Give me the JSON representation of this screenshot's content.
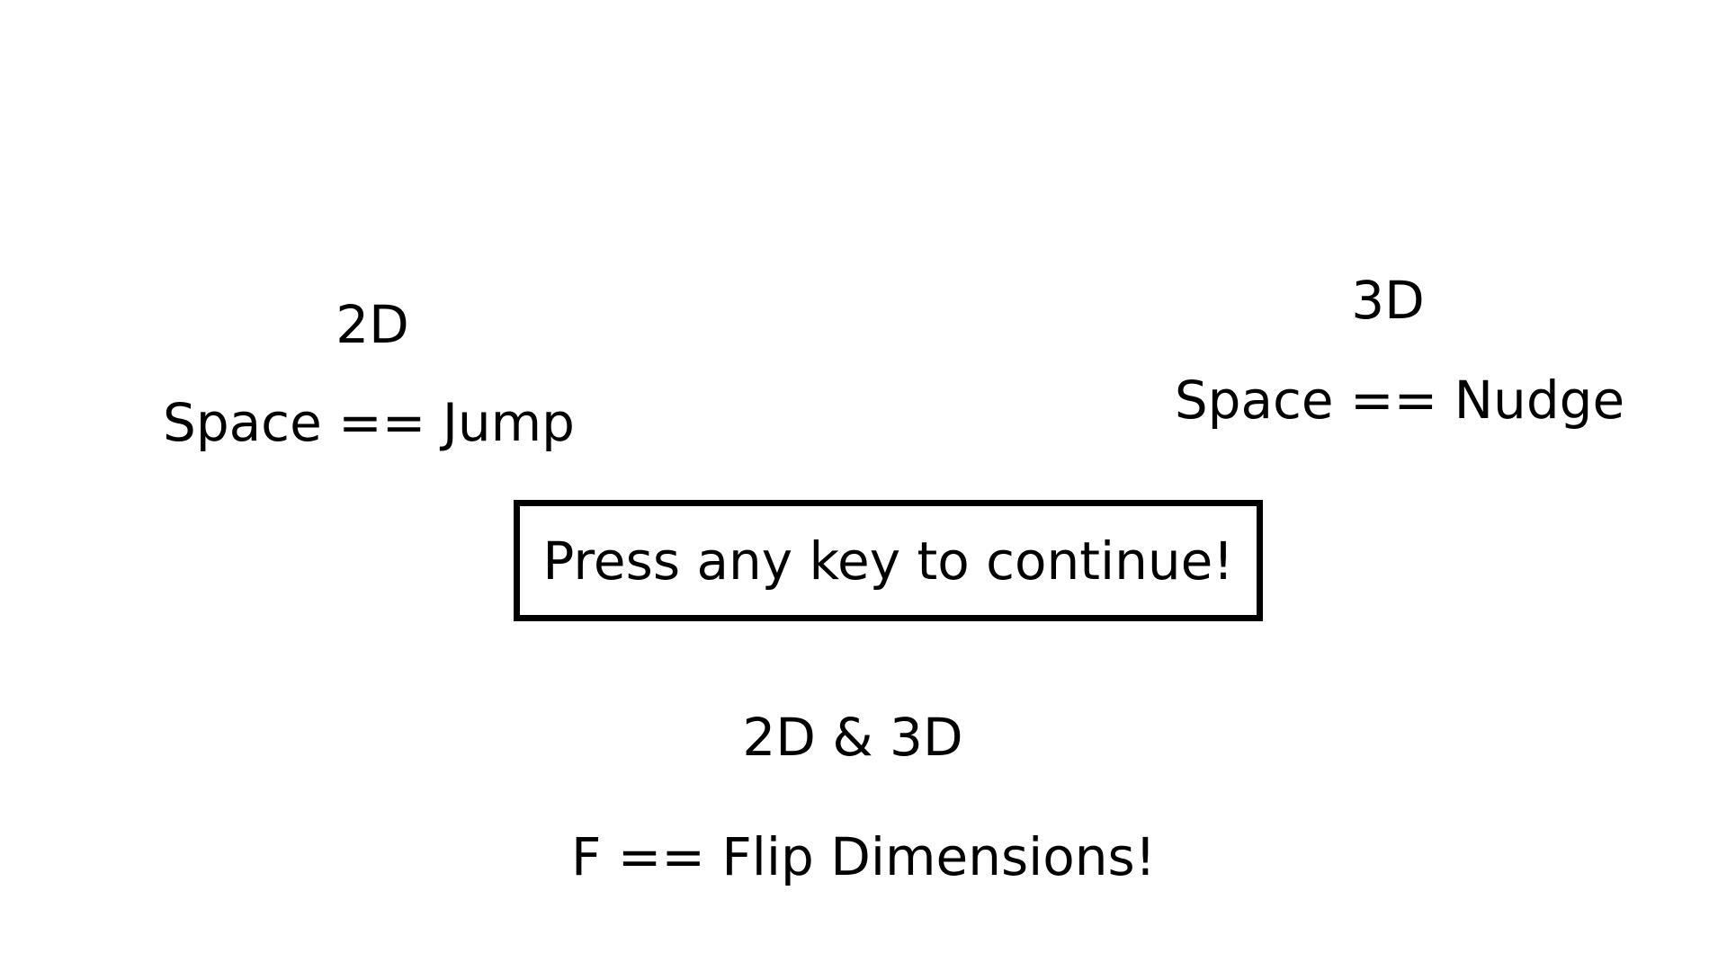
{
  "colors": {
    "background": "#ffffff",
    "text": "#000000",
    "border": "#000000"
  },
  "mode_2d": {
    "heading": "2D",
    "control": "Space == Jump"
  },
  "mode_3d": {
    "heading": "3D",
    "control": "Space == Nudge"
  },
  "prompt": {
    "label": "Press any key to continue!"
  },
  "both_modes": {
    "heading": "2D & 3D",
    "control": "F == Flip Dimensions!"
  }
}
